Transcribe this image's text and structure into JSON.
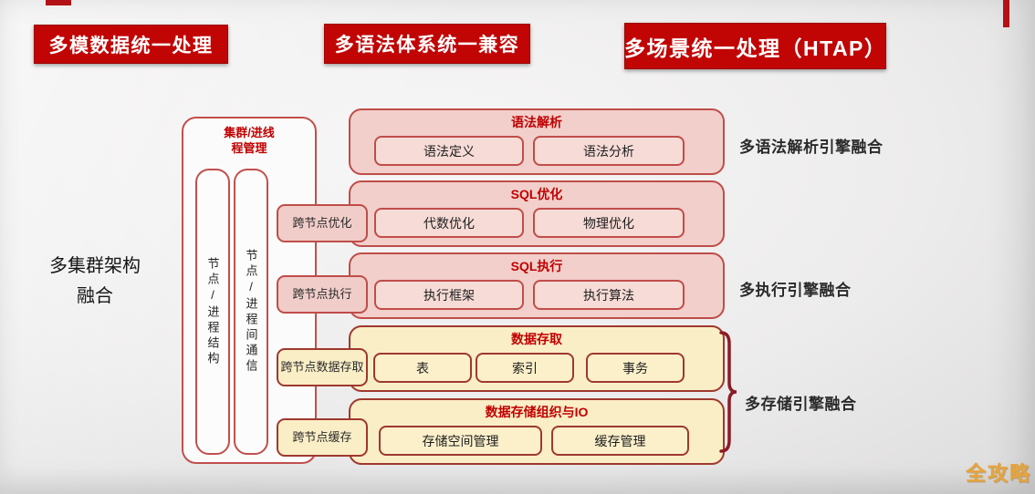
{
  "banners": [
    {
      "label": "多模数据统一处理"
    },
    {
      "label": "多语法体系统一兼容"
    },
    {
      "label": "多场景统一处理（HTAP）"
    }
  ],
  "left_label": {
    "line1": "多集群架构",
    "line2": "融合"
  },
  "cluster_box": {
    "title_line1": "集群/进线",
    "title_line2": "程管理",
    "columns": [
      "节点/进程结构",
      "节点/进程间通信"
    ]
  },
  "cross_node_boxes": [
    {
      "label": "跨节点优化",
      "style": "pink"
    },
    {
      "label": "跨节点执行",
      "style": "pink"
    },
    {
      "label": "跨节点数据存取",
      "style": "yellow"
    },
    {
      "label": "跨节点缓存",
      "style": "yellow"
    }
  ],
  "layers": [
    {
      "title": "语法解析",
      "style": "pink",
      "items": [
        "语法定义",
        "语法分析"
      ]
    },
    {
      "title": "SQL优化",
      "style": "pink",
      "items": [
        "代数优化",
        "物理优化"
      ]
    },
    {
      "title": "SQL执行",
      "style": "pink",
      "items": [
        "执行框架",
        "执行算法"
      ]
    },
    {
      "title": "数据存取",
      "style": "yellow",
      "items": [
        "表",
        "索引",
        "事务"
      ]
    },
    {
      "title": "数据存储组织与IO",
      "style": "yellow",
      "items": [
        "存储空间管理",
        "缓存管理"
      ]
    }
  ],
  "side_labels": [
    {
      "label": "多语法解析引擎融合"
    },
    {
      "label": "多执行引擎融合"
    },
    {
      "label": "多存储引擎融合"
    }
  ],
  "watermark": "全攻略",
  "colors": {
    "banner_red": "#c10505",
    "block_pink": "#f2cfca",
    "pink_border": "#bf4d4a",
    "block_yellow": "#faeec6",
    "yellow_border": "#9e382e",
    "heading_red": "#c00000",
    "bracket_red": "#8c1c26",
    "watermark_orange": "#e6a43c",
    "background_gray": "#ececec"
  }
}
